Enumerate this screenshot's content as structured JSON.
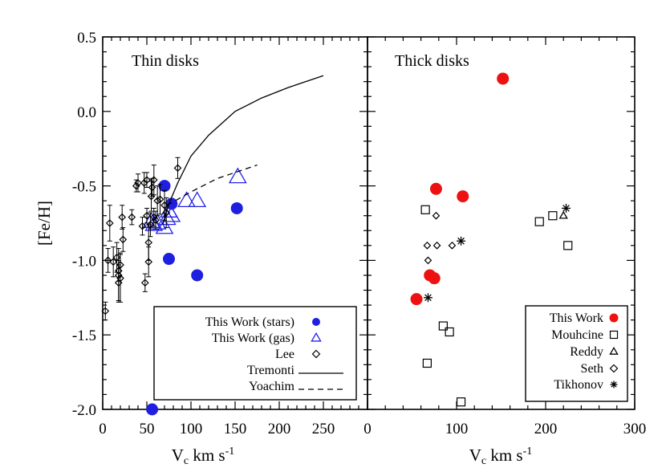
{
  "colors": {
    "stars": "#1f1fe0",
    "gas": "#2424e8",
    "thick_this_work": "#ee1111",
    "ink": "#000000"
  },
  "y_axis_label": "[Fe/H]",
  "chart_data": [
    {
      "type": "scatter",
      "panel": "left",
      "title": "Thin disks",
      "xlabel": "V_c km s^-1",
      "ylabel": "[Fe/H]",
      "xlim": [
        0,
        300
      ],
      "ylim": [
        -2.0,
        0.5
      ],
      "xticks": [
        "0",
        "50",
        "100",
        "150",
        "200",
        "250"
      ],
      "yticks": [
        "0.5",
        "0.0",
        "-0.5",
        "-1.0",
        "-1.5",
        "-2.0"
      ],
      "grid": false,
      "legend_position": "bottom-right",
      "series": [
        {
          "name": "This Work (stars)",
          "marker": "filled-circle",
          "color": "#1f1fe0",
          "x": [
            70,
            78,
            75,
            107,
            152,
            56
          ],
          "y": [
            -0.5,
            -0.62,
            -0.99,
            -1.1,
            -0.65,
            -2.0
          ]
        },
        {
          "name": "This Work (gas)",
          "marker": "open-triangle",
          "color": "#2424e8",
          "x": [
            55,
            58,
            62,
            70,
            73,
            75,
            78,
            95,
            107,
            153
          ],
          "y": [
            -0.74,
            -0.76,
            -0.75,
            -0.78,
            -0.72,
            -0.67,
            -0.7,
            -0.6,
            -0.6,
            -0.44
          ]
        },
        {
          "name": "Lee",
          "marker": "open-diamond",
          "color": "#000000",
          "x": [
            3,
            6,
            8,
            12,
            16,
            18,
            18,
            20,
            22,
            23,
            33,
            38,
            40,
            45,
            47,
            48,
            50,
            50,
            52,
            52,
            54,
            55,
            56,
            58,
            58,
            60,
            62,
            65,
            70,
            72,
            85,
            18,
            20
          ],
          "y": [
            -1.34,
            -1.0,
            -0.75,
            -1.01,
            -0.98,
            -1.07,
            -1.15,
            -1.03,
            -0.71,
            -0.86,
            -0.71,
            -0.5,
            -0.48,
            -0.77,
            -0.48,
            -1.15,
            -0.46,
            -0.7,
            -0.88,
            -1.01,
            -0.76,
            -0.57,
            -0.51,
            -0.71,
            -0.46,
            -0.73,
            -0.6,
            -0.59,
            -0.63,
            -0.68,
            -0.38,
            -1.1,
            -1.12
          ],
          "yerr": [
            0.06,
            0.08,
            0.12,
            0.1,
            0.1,
            0.07,
            0.12,
            0.08,
            0.08,
            0.08,
            0.05,
            0.04,
            0.06,
            0.06,
            0.07,
            0.06,
            0.05,
            0.05,
            0.12,
            0.1,
            0.08,
            0.1,
            0.06,
            0.06,
            0.1,
            0.06,
            0.1,
            0.1,
            0.1,
            0.1,
            0.07,
            0.18,
            0.16
          ]
        },
        {
          "name": "Tremonti",
          "line": "solid",
          "color": "#000000",
          "x": [
            68,
            75,
            85,
            100,
            120,
            150,
            180,
            210,
            250
          ],
          "y": [
            -0.76,
            -0.62,
            -0.48,
            -0.3,
            -0.16,
            0.0,
            0.09,
            0.16,
            0.24
          ]
        },
        {
          "name": "Yoachim",
          "line": "dashed",
          "color": "#000000",
          "x": [
            73,
            100,
            130,
            175
          ],
          "y": [
            -0.63,
            -0.54,
            -0.45,
            -0.36
          ]
        }
      ]
    },
    {
      "type": "scatter",
      "panel": "right",
      "title": "Thick disks",
      "xlabel": "V_c km s^-1",
      "xlim": [
        0,
        300
      ],
      "ylim": [
        -2.0,
        0.5
      ],
      "xticks": [
        "0",
        "100",
        "200",
        "300"
      ],
      "grid": false,
      "legend_position": "bottom-right",
      "series": [
        {
          "name": "This Work",
          "marker": "filled-circle",
          "color": "#ee1111",
          "x": [
            55,
            70,
            75,
            77,
            107,
            152
          ],
          "y": [
            -1.26,
            -1.1,
            -1.12,
            -0.52,
            -0.57,
            0.22
          ]
        },
        {
          "name": "Mouhcine",
          "marker": "open-square",
          "color": "#000000",
          "x": [
            65,
            67,
            85,
            92,
            105,
            193,
            208,
            225
          ],
          "y": [
            -0.66,
            -1.69,
            -1.44,
            -1.48,
            -1.95,
            -0.74,
            -0.7,
            -0.9
          ]
        },
        {
          "name": "Reddy",
          "marker": "open-triangle",
          "color": "#000000",
          "x": [
            220
          ],
          "y": [
            -0.7
          ]
        },
        {
          "name": "Seth",
          "marker": "open-diamond",
          "color": "#000000",
          "x": [
            67,
            68,
            77,
            78,
            95
          ],
          "y": [
            -0.9,
            -1.0,
            -0.7,
            -0.9,
            -0.9
          ]
        },
        {
          "name": "Tikhonov",
          "marker": "asterisk",
          "color": "#000000",
          "x": [
            68,
            105,
            223
          ],
          "y": [
            -1.25,
            -0.87,
            -0.65
          ]
        }
      ]
    }
  ]
}
